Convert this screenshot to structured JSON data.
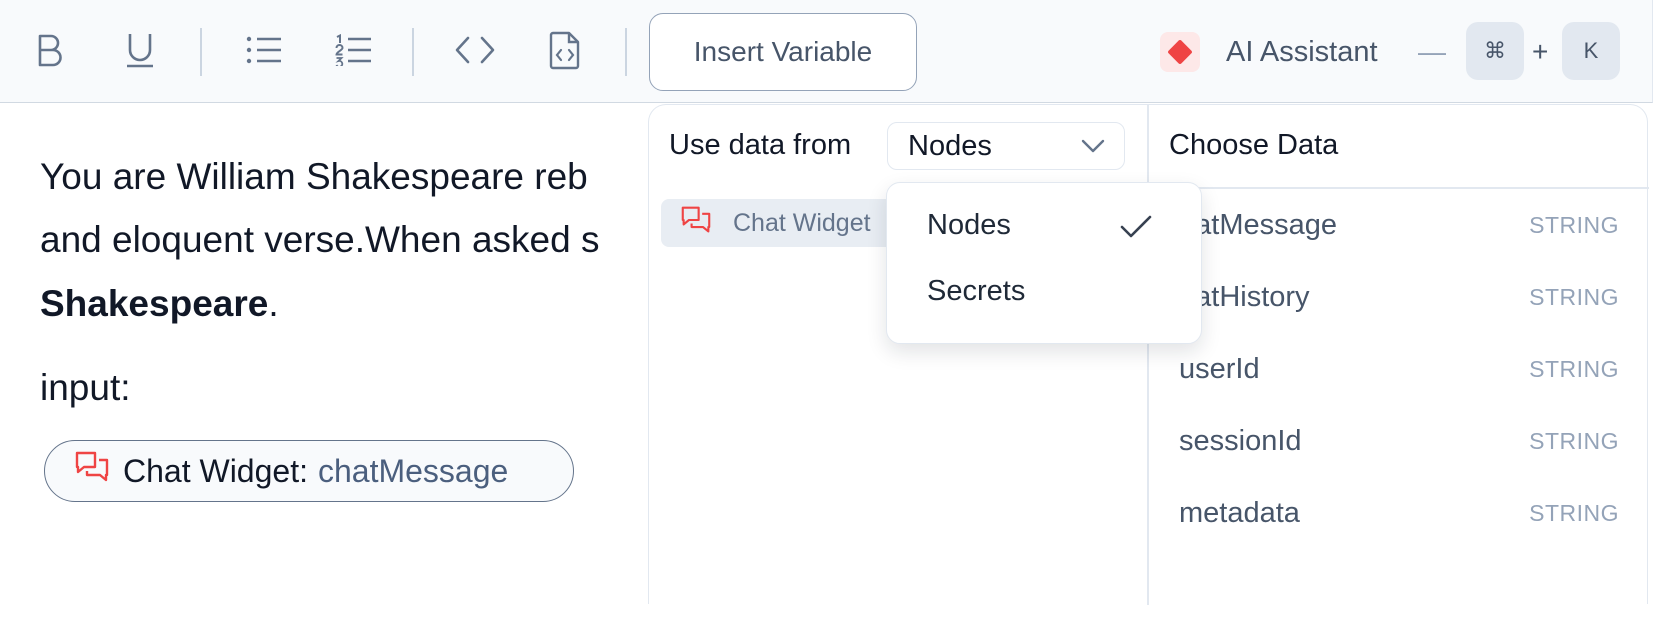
{
  "toolbar": {
    "insert_variable_label": "Insert Variable",
    "ai_assistant_label": "AI Assistant",
    "ai_separator": "—",
    "shortcut_key1": "⌘",
    "shortcut_plus": "+",
    "shortcut_key2": "K"
  },
  "editor": {
    "line1": "You are William Shakespeare reb",
    "line2": "and eloquent verse.When asked s",
    "line3_bold": "Shakespeare",
    "line3_rest": ".",
    "input_label": "input:",
    "chip_label": "Chat Widget:",
    "chip_value": "chatMessage"
  },
  "panel": {
    "use_data_from_label": "Use data from",
    "source_selected": "Nodes",
    "node_item_label": "Chat Widget",
    "choose_data_title": "Choose Data",
    "fields": [
      {
        "name": "hatMessage",
        "type": "STRING"
      },
      {
        "name": "hatHistory",
        "type": "STRING"
      },
      {
        "name": "userId",
        "type": "STRING"
      },
      {
        "name": "sessionId",
        "type": "STRING"
      },
      {
        "name": "metadata",
        "type": "STRING"
      }
    ]
  },
  "dropdown": {
    "options": [
      "Nodes",
      "Secrets"
    ]
  },
  "colors": {
    "accent_red": "#ef4444",
    "text_primary": "#111827",
    "text_muted": "#475569"
  }
}
